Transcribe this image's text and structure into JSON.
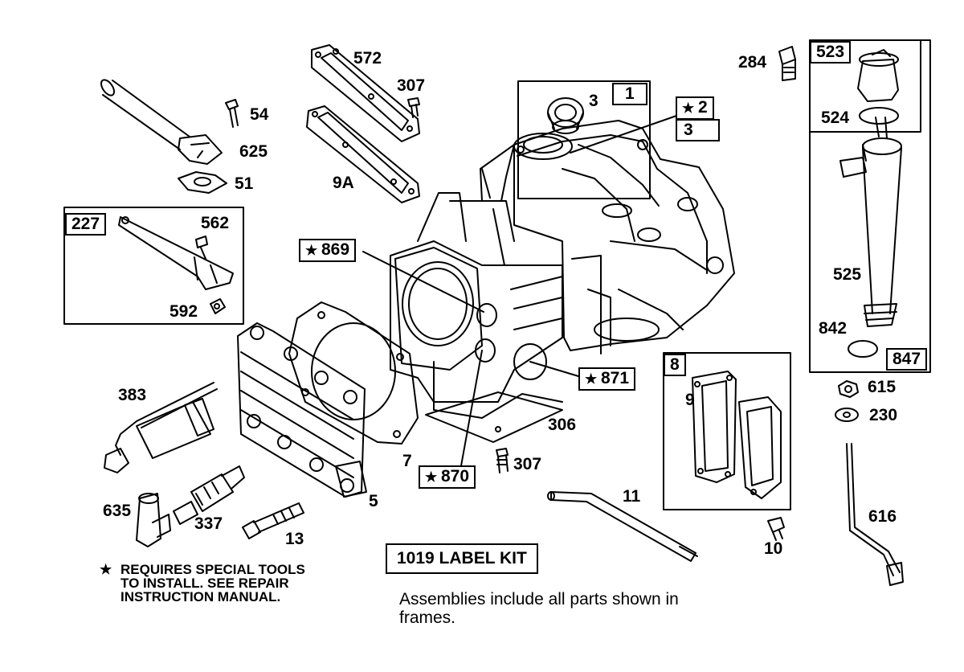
{
  "diagram": {
    "labels": {
      "p572": "572",
      "p307a": "307",
      "p54": "54",
      "p625": "625",
      "p51": "51",
      "p9a": "9A",
      "p3a": "3",
      "p1": "1",
      "p2": "2",
      "p3b": "3",
      "p284": "284",
      "p523": "523",
      "p524": "524",
      "p525": "525",
      "p842": "842",
      "p847": "847",
      "p615": "615",
      "p230": "230",
      "p616": "616",
      "p227": "227",
      "p562": "562",
      "p592": "592",
      "p869": "869",
      "p871": "871",
      "p870": "870",
      "p8": "8",
      "p9": "9",
      "p383": "383",
      "p306": "306",
      "p307b": "307",
      "p7": "7",
      "p5": "5",
      "p11": "11",
      "p635": "635",
      "p337": "337",
      "p13": "13",
      "p10": "10"
    },
    "label_kit": "1019 LABEL KIT",
    "special_tools_note": [
      "REQUIRES SPECIAL TOOLS",
      "TO INSTALL.  SEE REPAIR",
      "INSTRUCTION MANUAL."
    ],
    "assemblies_note": [
      "Assemblies include all parts shown in",
      "frames."
    ]
  }
}
